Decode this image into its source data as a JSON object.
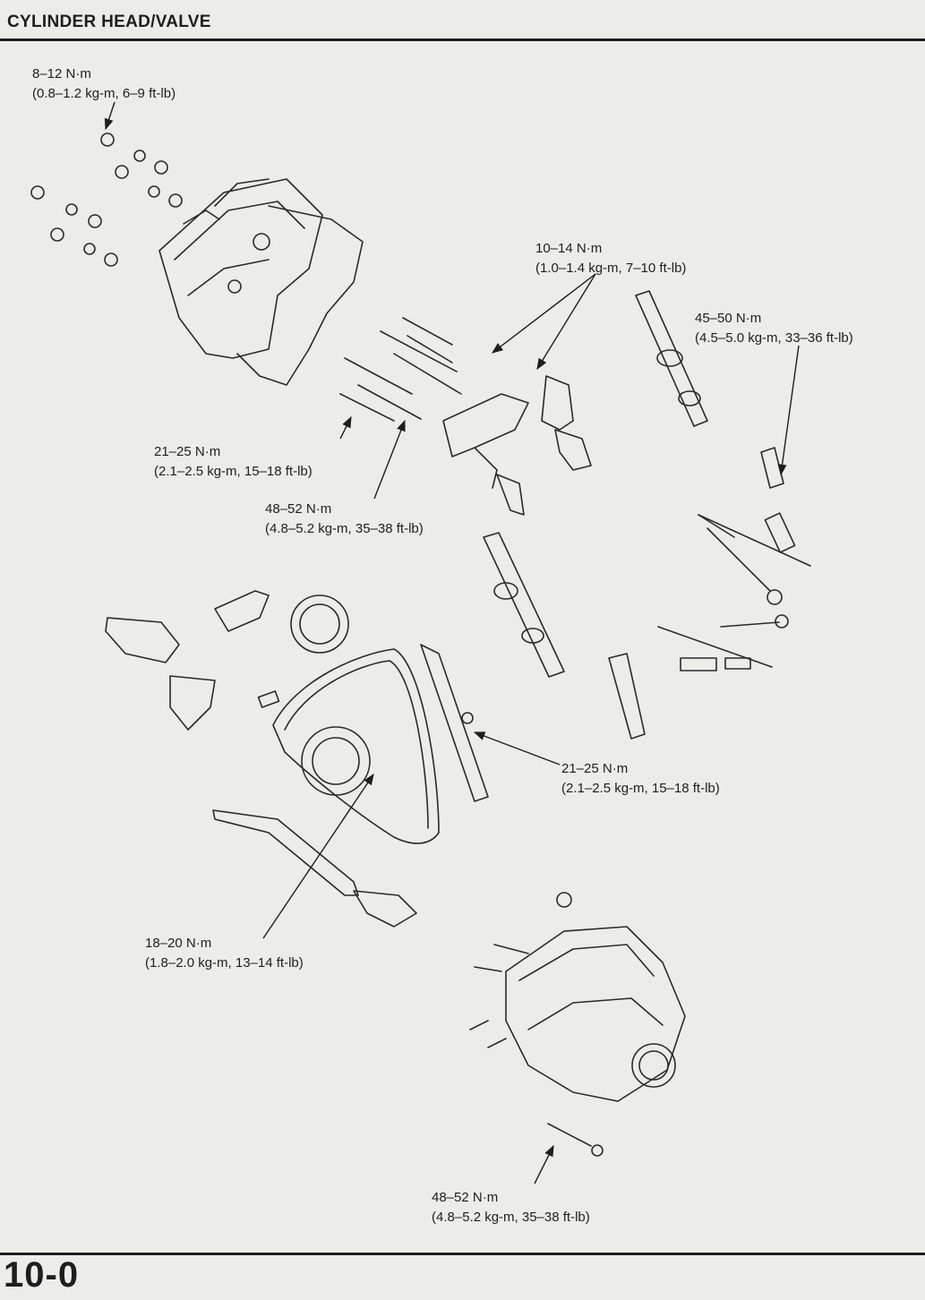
{
  "header": {
    "section_title": "CYLINDER HEAD/VALVE"
  },
  "footer": {
    "page_number": "10-0"
  },
  "callouts": [
    {
      "id": "cover-bolts",
      "value": "8–12 N·m",
      "detail": "(0.8–1.2 kg-m, 6–9 ft-lb)"
    },
    {
      "id": "rocker-holder-bolts",
      "value": "10–14 N·m",
      "detail": "(1.0–1.4 kg-m, 7–10 ft-lb)"
    },
    {
      "id": "valve-adjuster-locknut",
      "value": "45–50 N·m",
      "detail": "(4.5–5.0 kg-m, 33–36 ft-lb)"
    },
    {
      "id": "head-bolts-small",
      "value": "21–25 N·m",
      "detail": "(2.1–2.5 kg-m, 15–18 ft-lb)"
    },
    {
      "id": "head-bolts-large",
      "value": "48–52 N·m",
      "detail": "(4.8–5.2 kg-m, 35–38 ft-lb)"
    },
    {
      "id": "tensioner-bolt",
      "value": "21–25 N·m",
      "detail": "(2.1–2.5 kg-m, 15–18 ft-lb)"
    },
    {
      "id": "sprocket-bolts",
      "value": "18–20 N·m",
      "detail": "(1.8–2.0 kg-m, 13–14 ft-lb)"
    },
    {
      "id": "head-stud-nut",
      "value": "48–52 N·m",
      "detail": "(4.8–5.2 kg-m, 35–38 ft-lb)"
    }
  ]
}
